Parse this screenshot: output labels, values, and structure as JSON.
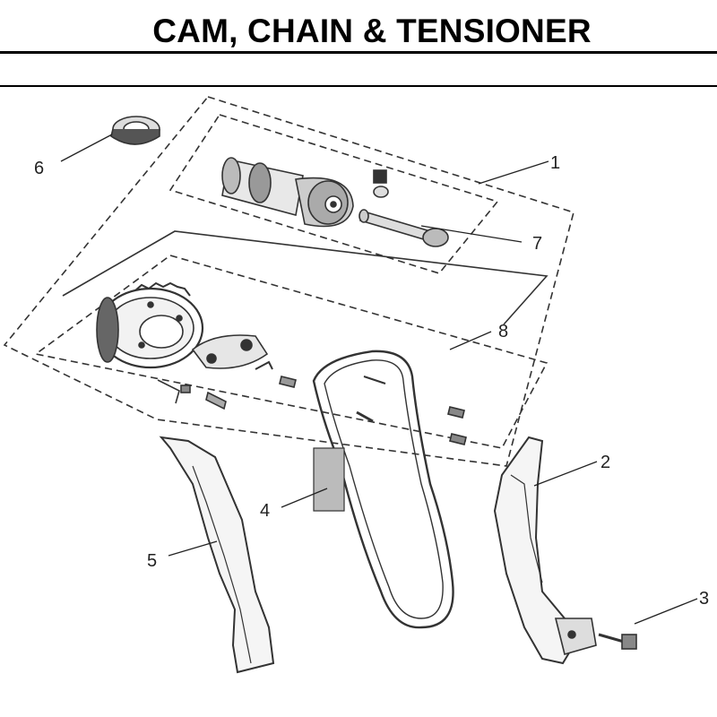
{
  "title": "CAM, CHAIN & TENSIONER",
  "callouts": [
    "1",
    "2",
    "3",
    "4",
    "5",
    "6",
    "7",
    "8"
  ]
}
